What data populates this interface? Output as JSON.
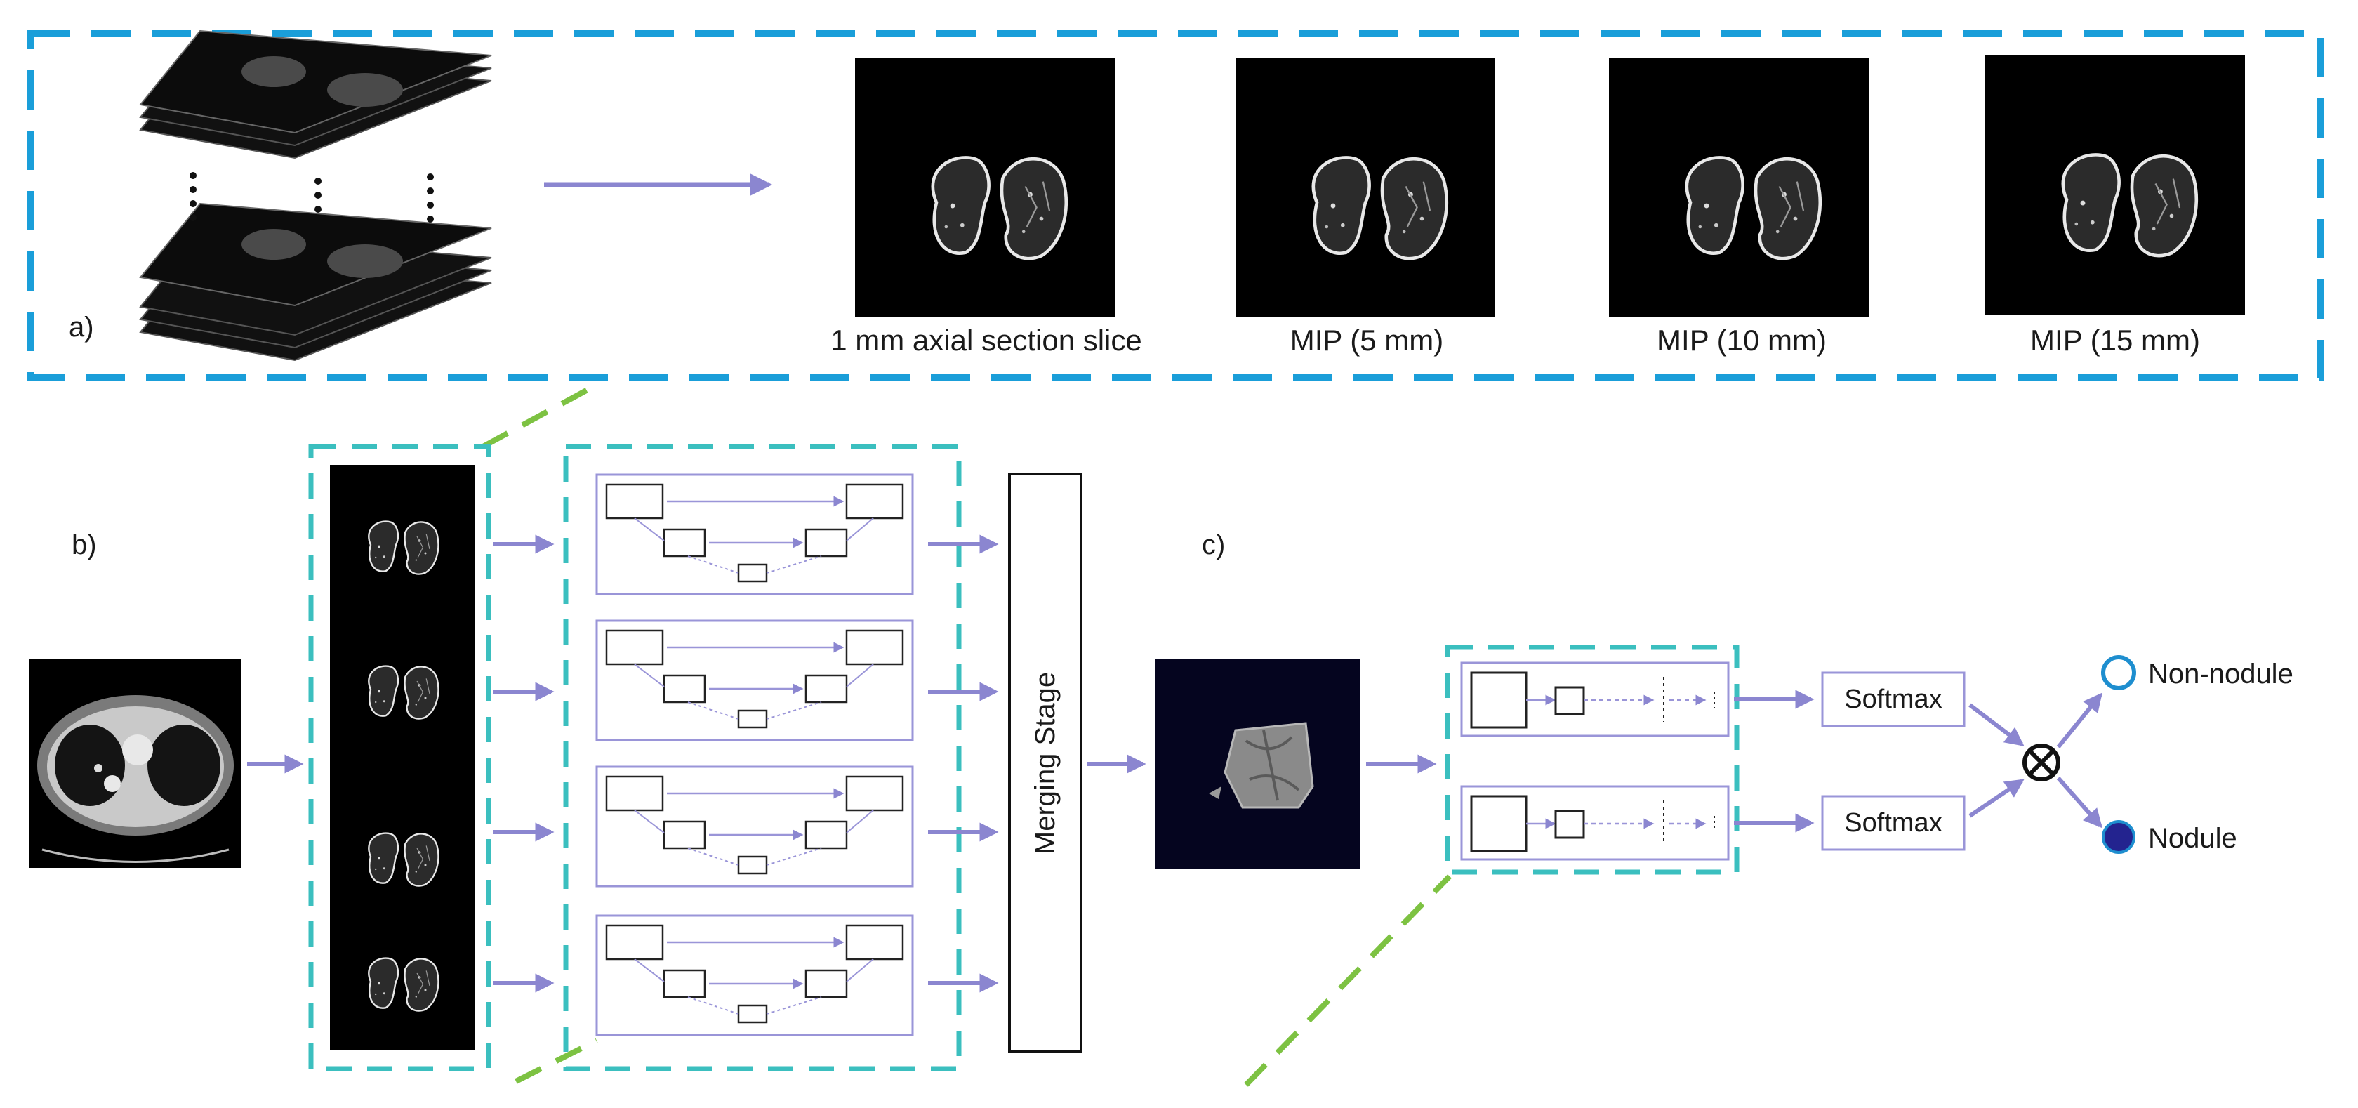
{
  "panels": {
    "a": "a)",
    "b": "b)",
    "c": "c)"
  },
  "panel_a": {
    "captions": [
      "1 mm axial section slice",
      "MIP (5 mm)",
      "MIP (10 mm)",
      "MIP (15 mm)"
    ]
  },
  "merging_stage": "Merging Stage",
  "softmax": [
    "Softmax",
    "Softmax"
  ],
  "outputs": {
    "non_nodule": "Non-nodule",
    "nodule": "Nodule"
  },
  "colors": {
    "cyan_dash": "#1a9ed9",
    "teal_dash": "#3bbfbf",
    "green_dash": "#7dc242",
    "arrow": "#8b86d0",
    "unet_border": "#9a95d8",
    "nodule_fill": "#23238f",
    "non_nodule_ring": "#1e8ecf"
  },
  "icons": [
    "ct-slice-stack-icon",
    "lung-slice-icon",
    "ct-chest-scan-icon",
    "3d-nodule-render-icon",
    "multiply-operator-icon"
  ]
}
